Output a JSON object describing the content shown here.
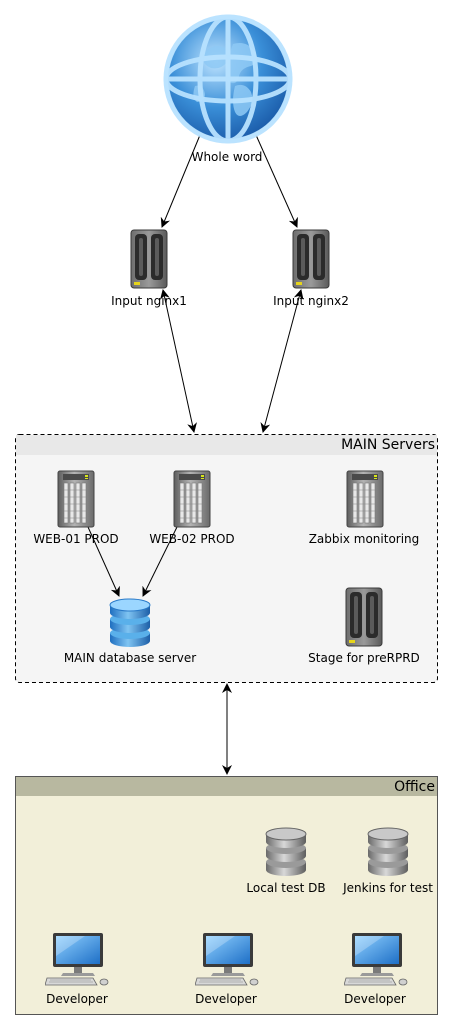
{
  "colors": {
    "main_fill": "#f5f5f5",
    "main_header": "#e8e8e8",
    "main_border": "#000000",
    "office_fill": "#f2efd9",
    "office_header": "#b8b8a0",
    "office_border": "#555555",
    "edge": "#000000"
  },
  "groups": {
    "main": {
      "title": "MAIN Servers"
    },
    "office": {
      "title": "Office"
    }
  },
  "nodes": {
    "internet": "Whole word",
    "nginx1": "Input nginx1",
    "nginx2": "Input nginx2",
    "web01": "WEB-01 PROD",
    "web02": "WEB-02 PROD",
    "zabbix": "Zabbix monitoring",
    "maindb": "MAIN database server",
    "stage": "Stage for preRPRD",
    "localdb": "Local test DB",
    "jenkins": "Jenkins for test",
    "dev1": "Developer",
    "dev2": "Developer",
    "dev3": "Developer"
  },
  "icons": {
    "internet": "globe-icon",
    "nginx": "nas-server-icon",
    "web": "tower-server-icon",
    "db": "database-icon",
    "dev": "desktop-computer-icon"
  },
  "edges": [
    {
      "from": "internet",
      "to": "nginx1",
      "direction": "forward"
    },
    {
      "from": "internet",
      "to": "nginx2",
      "direction": "forward"
    },
    {
      "from": "nginx1",
      "to": "main",
      "direction": "both"
    },
    {
      "from": "nginx2",
      "to": "main",
      "direction": "both"
    },
    {
      "from": "web01",
      "to": "maindb",
      "direction": "forward"
    },
    {
      "from": "web02",
      "to": "maindb",
      "direction": "forward"
    },
    {
      "from": "main",
      "to": "office",
      "direction": "both"
    }
  ]
}
